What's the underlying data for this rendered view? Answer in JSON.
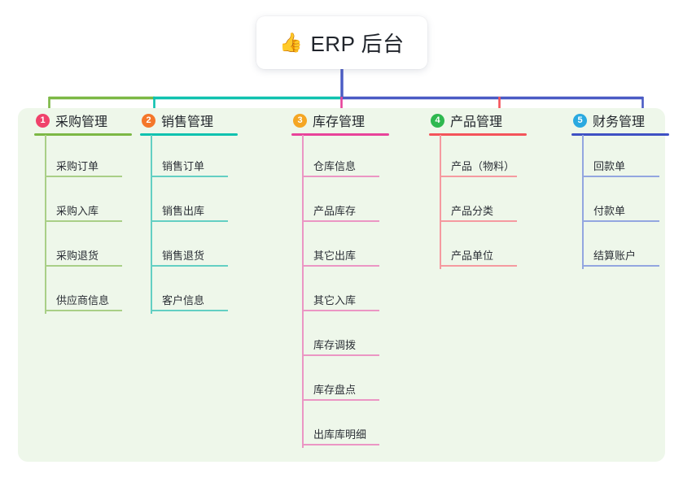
{
  "root": {
    "emoji": "👍",
    "title": "ERP 后台"
  },
  "theme": {
    "page_bg": "#ffffff",
    "panel_bg": "#eef7ea",
    "card_bg": "#ffffff",
    "text": "#22262c",
    "trunk_line": "#4a5bc4"
  },
  "columns": [
    {
      "index": "1",
      "title": "采购管理",
      "badge_color": "#f0426b",
      "rule_color": "#7cb845",
      "item_line_color": "#a9cf87",
      "stem_color": "#a9cf87",
      "connector_color": "#7cb845",
      "items": [
        "采购订单",
        "采购入库",
        "采购退货",
        "供应商信息"
      ]
    },
    {
      "index": "2",
      "title": "销售管理",
      "badge_color": "#f4772a",
      "rule_color": "#0fc2af",
      "item_line_color": "#63cfc3",
      "stem_color": "#63cfc3",
      "connector_color": "#0fc2af",
      "items": [
        "销售订单",
        "销售出库",
        "销售退货",
        "客户信息"
      ]
    },
    {
      "index": "3",
      "title": "库存管理",
      "badge_color": "#f5a623",
      "rule_color": "#e8439a",
      "item_line_color": "#eb96c4",
      "stem_color": "#eb96c4",
      "connector_color": "#e8439a",
      "items": [
        "仓库信息",
        "产品库存",
        "其它出库",
        "其它入库",
        "库存调拨",
        "库存盘点",
        "出库库明细"
      ]
    },
    {
      "index": "4",
      "title": "产品管理",
      "badge_color": "#2eb84f",
      "rule_color": "#f4545a",
      "item_line_color": "#f59aa0",
      "stem_color": "#f59aa0",
      "connector_color": "#f4545a",
      "items": [
        "产品（物料）",
        "产品分类",
        "产品单位"
      ]
    },
    {
      "index": "5",
      "title": "财务管理",
      "badge_color": "#2aa9e0",
      "rule_color": "#3f51c4",
      "item_line_color": "#93a6e0",
      "stem_color": "#93a6e0",
      "connector_color": "#4a5bc4",
      "items": [
        "回款单",
        "付款单",
        "结算账户"
      ]
    }
  ]
}
